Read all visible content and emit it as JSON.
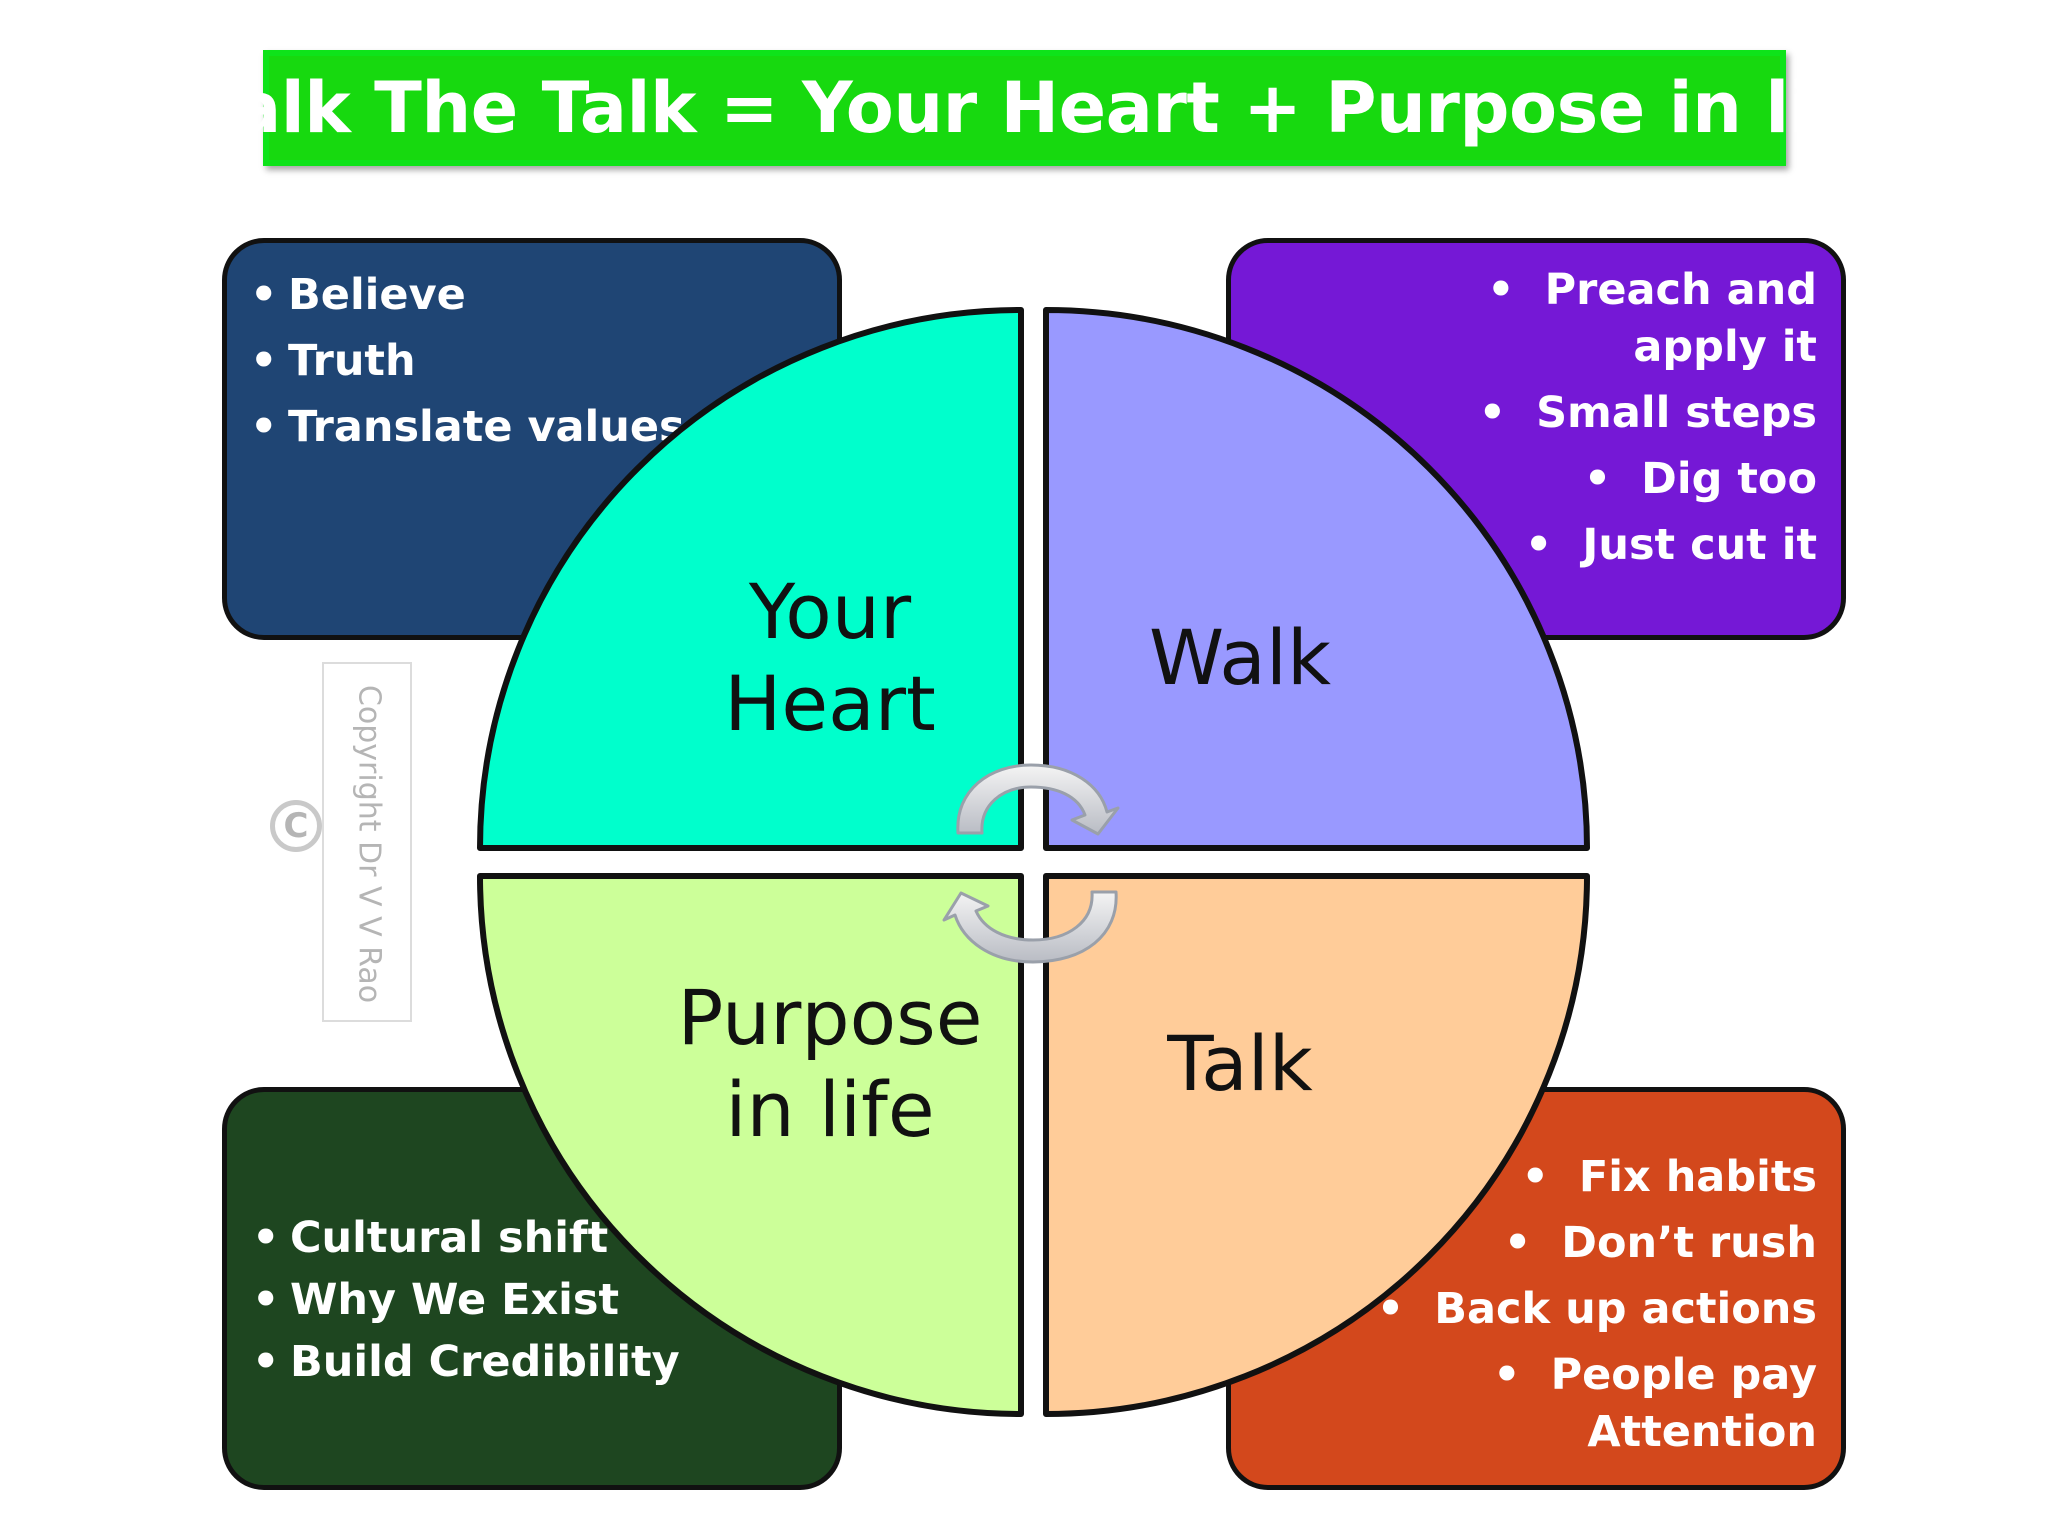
{
  "title": "Walk The Talk = Your Heart + Purpose in life",
  "quadrants": {
    "heart": {
      "line1": "Your",
      "line2": "Heart",
      "color": "#00ffcc"
    },
    "walk": {
      "label": "Walk",
      "color": "#9999ff"
    },
    "purpose": {
      "line1": "Purpose",
      "line2": "in life",
      "color": "#ccff99"
    },
    "talk": {
      "label": "Talk",
      "color": "#ffcc99"
    }
  },
  "boxes": {
    "top_left": {
      "color": "#1f4574",
      "items": [
        "Believe",
        "Truth",
        "Translate values"
      ]
    },
    "top_right": {
      "color": "#7518d6",
      "items": [
        "Preach and apply it",
        "Small steps",
        "Dig too",
        "Just cut it"
      ]
    },
    "bottom_left": {
      "color": "#1e4620",
      "items": [
        "Cultural shift",
        "Why We Exist",
        "Build Credibility"
      ]
    },
    "bottom_right": {
      "color": "#d3481c",
      "items": [
        "Fix habits",
        "Don’t rush",
        "Back up actions",
        "People pay Attention"
      ]
    }
  },
  "copyright": {
    "text": "Copyright Dr V V Rao",
    "symbol": "C"
  },
  "icons": {
    "cycle_arrows": "circular-arrows-icon",
    "copyright": "copyright-icon"
  }
}
